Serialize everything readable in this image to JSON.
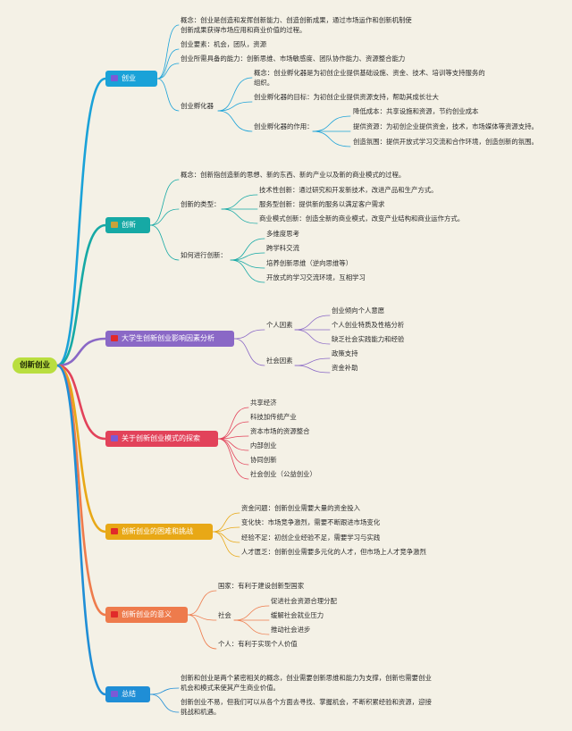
{
  "root": "创新创业",
  "colors": {
    "chuangye": "#1aa2d8",
    "chuangxin": "#16a9a5",
    "yingxiang": "#8a68c6",
    "moshi": "#e2425a",
    "kunnan": "#e8a816",
    "yiyi": "#ee7b4c",
    "zongjie": "#1f8ed6"
  },
  "branches": {
    "chuangye": {
      "label": "创业",
      "icon": "user-icon",
      "gainian": "概念：创业是创造和发挥创新能力、创造创新成果，通过市场运作和创新机制使创新成果获得市场应用和商业价值的过程。",
      "yaosu": "创业要素：机会，团队，资源",
      "nengli": "创业所需具备的能力：创新思维、市场敏感度、团队协作能力、资源整合能力",
      "fuhuaqi": {
        "label": "创业孵化器",
        "gainian": "概念：创业孵化器是为初创企业提供基础设施、资金、技术、培训等支持服务的组织。",
        "mubiao": "创业孵化器的目标：为初创企业提供资源支持，帮助其成长壮大",
        "zuoyong": {
          "label": "创业孵化器的作用：",
          "items": [
            "降低成本：共享设施和资源，节约创业成本",
            "提供资源：为初创企业提供资金，技术，市场媒体等资源支持。",
            "创造氛围：提供开放式学习交流和合作环境，创造创新的氛围。"
          ]
        }
      }
    },
    "chuangxin": {
      "label": "创新",
      "icon": "chart-icon",
      "gainian": "概念：创新指创造新的思想、新的东西、新的产业以及新的商业模式的过程。",
      "leixing": {
        "label": "创新的类型：",
        "items": [
          "技术性创新：通过研究和开发新技术，改进产品和生产方式。",
          "服务型创新：提供新的服务以满足客户需求",
          "商业模式创新：创造全新的商业模式，改变产业结构和商业运作方式。"
        ]
      },
      "ruhe": {
        "label": "如何进行创新：",
        "items": [
          "多维度思考",
          "跨学科交流",
          "培养创新思维（逆向思维等）",
          "开放式的学习交流环境，互相学习"
        ]
      }
    },
    "yingxiang": {
      "label": "大学生创新创业影响因素分析",
      "icon": "flag-icon",
      "geren": {
        "label": "个人因素",
        "items": [
          "创业倾向个人意愿",
          "个人创业特质及性格分析",
          "缺乏社会实践能力和经验"
        ]
      },
      "shehui": {
        "label": "社会因素",
        "items": [
          "政策支持",
          "资金补助"
        ]
      }
    },
    "moshi": {
      "label": "关于创新创业模式的探索",
      "icon": "user-icon",
      "items": [
        "共享经济",
        "科技加传统产业",
        "资本市场的资源整合",
        "内部创业",
        "协同创新",
        "社会创业（公益创业）"
      ]
    },
    "kunnan": {
      "label": "创新创业的困难和挑战",
      "icon": "flag-icon",
      "items": [
        "资金问题：创新创业需要大量的资金投入",
        "变化快：市场竞争激烈，需要不断跟进市场变化",
        "经验不足：初创企业经验不足，需要学习与实践",
        "人才匮乏：创新创业需要多元化的人才，但市场上人才竞争激烈"
      ]
    },
    "yiyi": {
      "label": "创新创业的意义",
      "icon": "flag-icon",
      "guojia": "国家：有利于建设创新型国家",
      "shehui": {
        "label": "社会",
        "items": [
          "促进社会资源合理分配",
          "缓解社会就业压力",
          "推动社会进步"
        ]
      },
      "geren": "个人：有利于实现个人价值"
    },
    "zongjie": {
      "label": "总结",
      "icon": "user-icon",
      "p1": "创新和创业是两个紧密相关的概念，创业需要创新思维和能力为支撑，创新也需要创业机会和模式来使其产生商业价值。",
      "p2": "创新创业不易，但我们可以从各个方面去寻找、掌握机会，不断积累经验和资源，迎接挑战和机遇。"
    }
  }
}
